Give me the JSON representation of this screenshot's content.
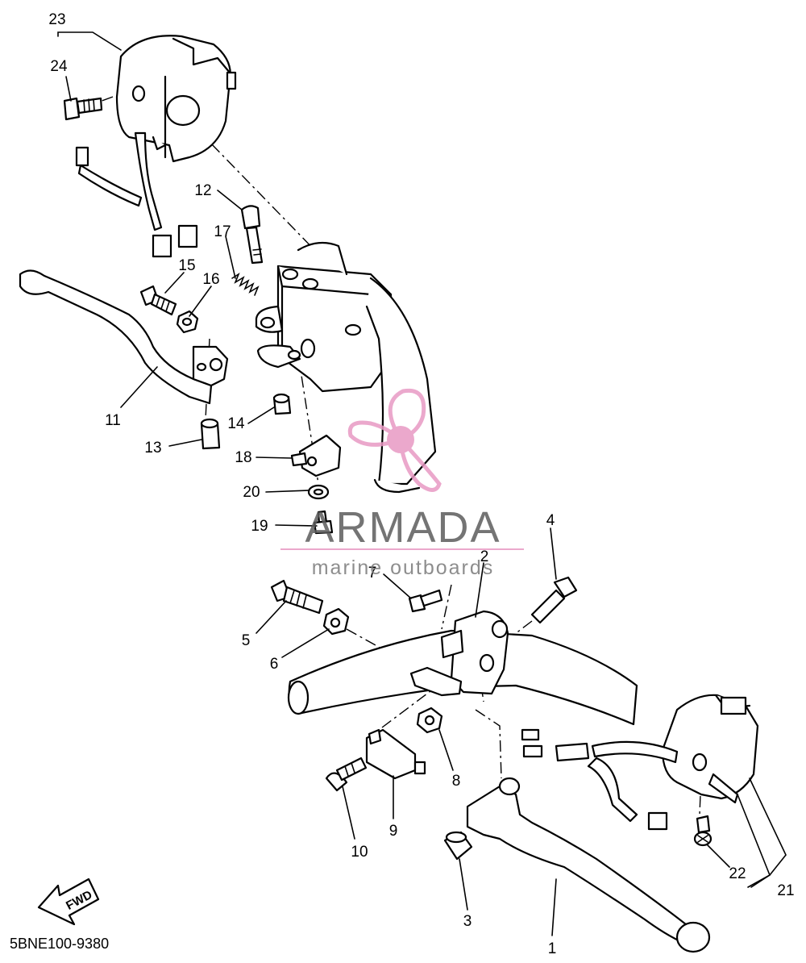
{
  "diagram_code": "5BNE100-9380",
  "fwd_label": "FWD",
  "watermark": {
    "brand": "ARMADA",
    "tagline": "marine outboards",
    "accent_color": "#e89ac4"
  },
  "callouts": [
    "1",
    "2",
    "3",
    "4",
    "5",
    "6",
    "7",
    "8",
    "9",
    "10",
    "11",
    "12",
    "13",
    "14",
    "15",
    "16",
    "17",
    "18",
    "19",
    "20",
    "21",
    "22",
    "23",
    "24"
  ],
  "colors": {
    "line": "#000000",
    "background": "#ffffff"
  }
}
